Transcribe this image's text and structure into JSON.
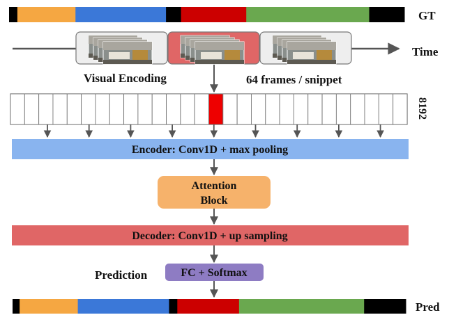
{
  "labels": {
    "gt": "GT",
    "time": "Time",
    "visual_encoding": "Visual Encoding",
    "frames_per_snippet": "64 frames / snippet",
    "feature_dim": "8192",
    "encoder": "Encoder: Conv1D + max pooling",
    "attention_line1": "Attention",
    "attention_line2": "Block",
    "decoder": "Decoder: Conv1D + up sampling",
    "prediction": "Prediction",
    "fc": "FC + Softmax",
    "pred": "Pred"
  },
  "colors": {
    "black": "#000000",
    "orange": "#f5a742",
    "blue": "#3b78d8",
    "red": "#cc0000",
    "green": "#6aa84f",
    "encoder": "#89b4ef",
    "attention": "#f6b26b",
    "decoder": "#e06666",
    "fc": "#8e7cc3",
    "snippet_highlight": "#e06666",
    "snippet_bg": "#eeeeee",
    "feature_highlight": "#ee0000",
    "arrow": "#555555"
  },
  "gt_segments": [
    {
      "color": "black",
      "fraction": 0.021
    },
    {
      "color": "orange",
      "fraction": 0.147
    },
    {
      "color": "blue",
      "fraction": 0.229
    },
    {
      "color": "black",
      "fraction": 0.038
    },
    {
      "color": "red",
      "fraction": 0.165
    },
    {
      "color": "green",
      "fraction": 0.311
    },
    {
      "color": "black",
      "fraction": 0.089
    }
  ],
  "pred_segments": [
    {
      "color": "black",
      "fraction": 0.018
    },
    {
      "color": "orange",
      "fraction": 0.148
    },
    {
      "color": "blue",
      "fraction": 0.232
    },
    {
      "color": "black",
      "fraction": 0.021
    },
    {
      "color": "red",
      "fraction": 0.157
    },
    {
      "color": "green",
      "fraction": 0.318
    },
    {
      "color": "black",
      "fraction": 0.106
    }
  ],
  "snippets": [
    {
      "highlighted": false
    },
    {
      "highlighted": true
    },
    {
      "highlighted": false
    }
  ],
  "feature_cells": 28,
  "feature_highlight_index": 14,
  "feature_arrow_count": 9
}
